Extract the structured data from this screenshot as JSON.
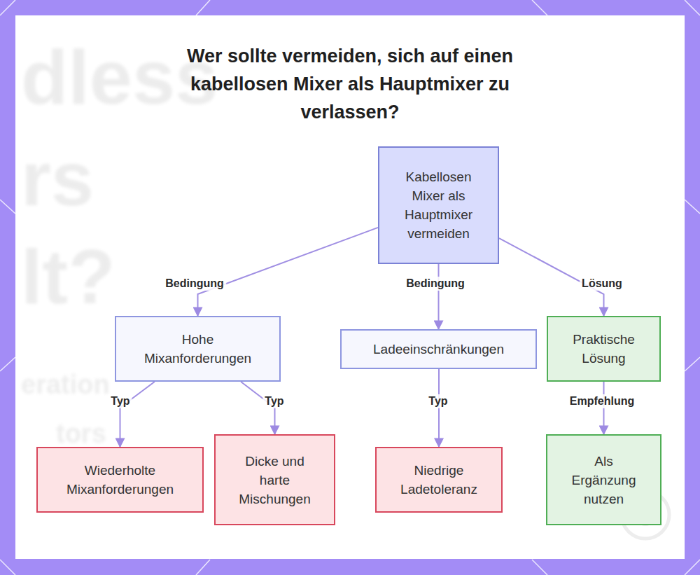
{
  "diagram": {
    "title": "Wer sollte vermeiden, sich auf einen kabellosen Mixer als Hauptmixer zu verlassen?",
    "nodes": [
      {
        "text": [
          "Kabellosen Mixer als Hauptmixer vermeiden"
        ]
      },
      {
        "text": [
          "Hohe Mixanforderungen"
        ]
      },
      {
        "text": [
          "Ladeeinschränkungen"
        ]
      },
      {
        "text": [
          "Praktische Lösung"
        ]
      },
      {
        "text": [
          "Wiederholte Mixanforderungen"
        ]
      },
      {
        "text": [
          "Dicke und harte Mischungen"
        ]
      },
      {
        "text": [
          "Niedrige Ladetoleranz"
        ]
      },
      {
        "text": [
          "Als Ergänzung nutzen"
        ]
      }
    ],
    "edges": [
      {
        "from": 0,
        "to": 1,
        "label": "Bedingung",
        "arrow": "to"
      },
      {
        "from": 0,
        "to": 2,
        "label": "Bedingung",
        "arrow": "to"
      },
      {
        "from": 0,
        "to": 3,
        "label": "Lösung",
        "arrow": "to"
      },
      {
        "from": 1,
        "to": 4,
        "label": "Typ",
        "arrow": "to"
      },
      {
        "from": 1,
        "to": 5,
        "label": "Typ",
        "arrow": "to"
      },
      {
        "from": 2,
        "to": 6,
        "label": "Typ",
        "arrow": "to"
      },
      {
        "from": 3,
        "to": 7,
        "label": "Empfehlung",
        "arrow": "to"
      }
    ],
    "labels": [
      "dless",
      "rs",
      "lt?",
      "eration",
      "tors"
    ]
  }
}
